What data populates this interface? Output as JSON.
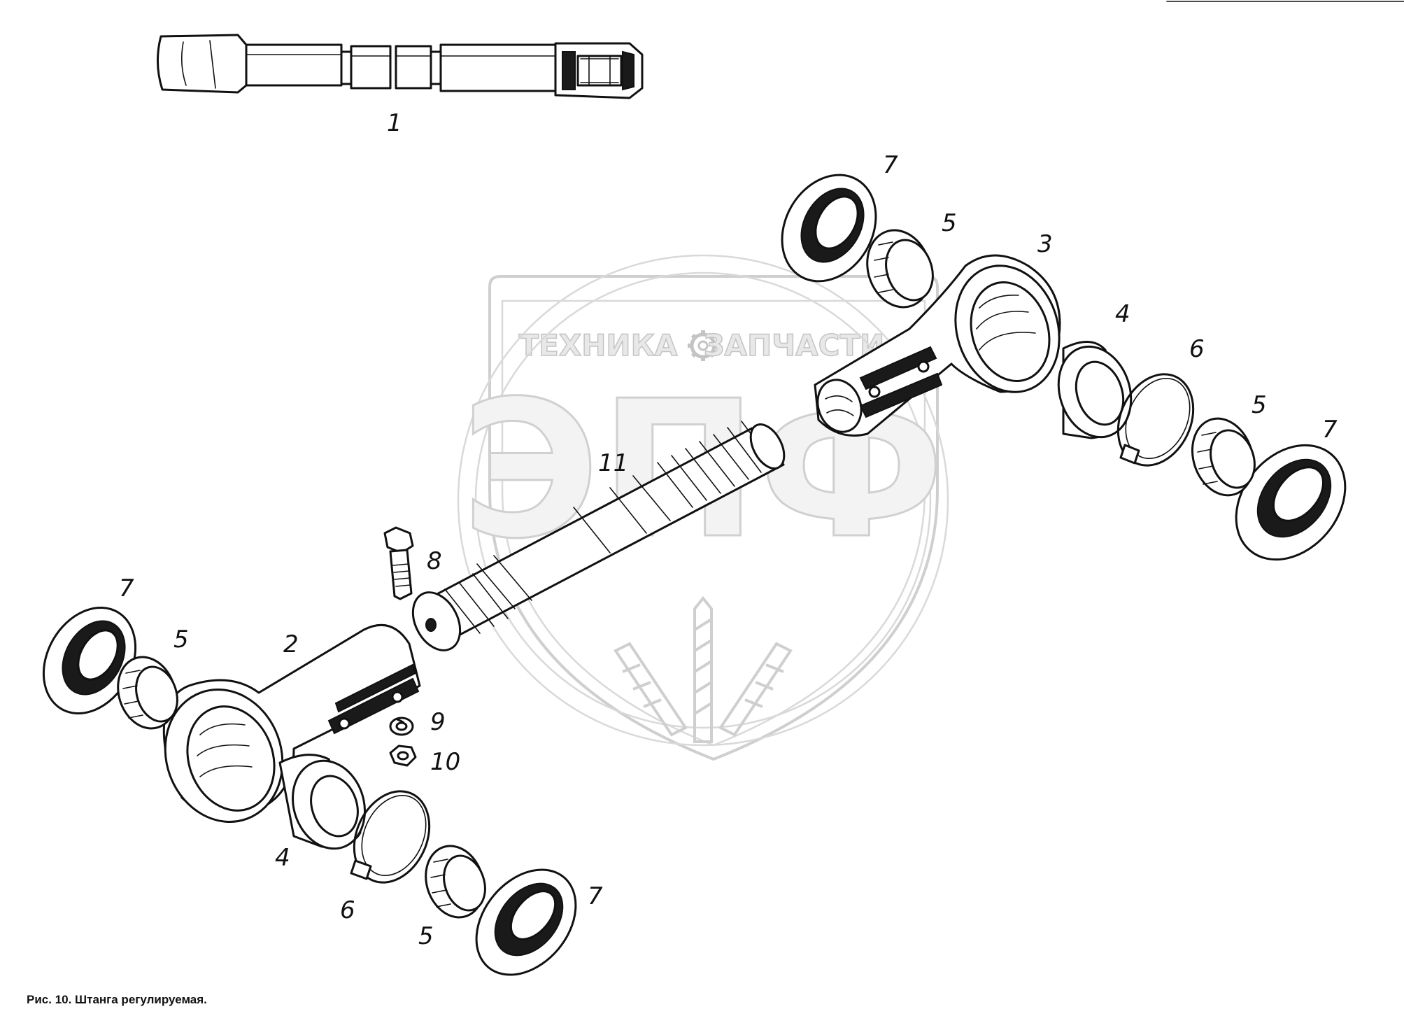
{
  "watermark": {
    "left_text": "ТЕХНИКА",
    "right_text": "ЗАПЧАСТИ",
    "big_letters": "ЭПФ",
    "icon": "gear-icon"
  },
  "callouts": {
    "c1": "1",
    "c2": "2",
    "c3": "3",
    "c4a": "4",
    "c4b": "4",
    "c5a": "5",
    "c5b": "5",
    "c5c": "5",
    "c5d": "5",
    "c6a": "6",
    "c6b": "6",
    "c7a": "7",
    "c7b": "7",
    "c7c": "7",
    "c7d": "7",
    "c8": "8",
    "c9": "9",
    "c10": "10",
    "c11": "11"
  },
  "caption": "Рис. 10. Штанга регулируемая."
}
